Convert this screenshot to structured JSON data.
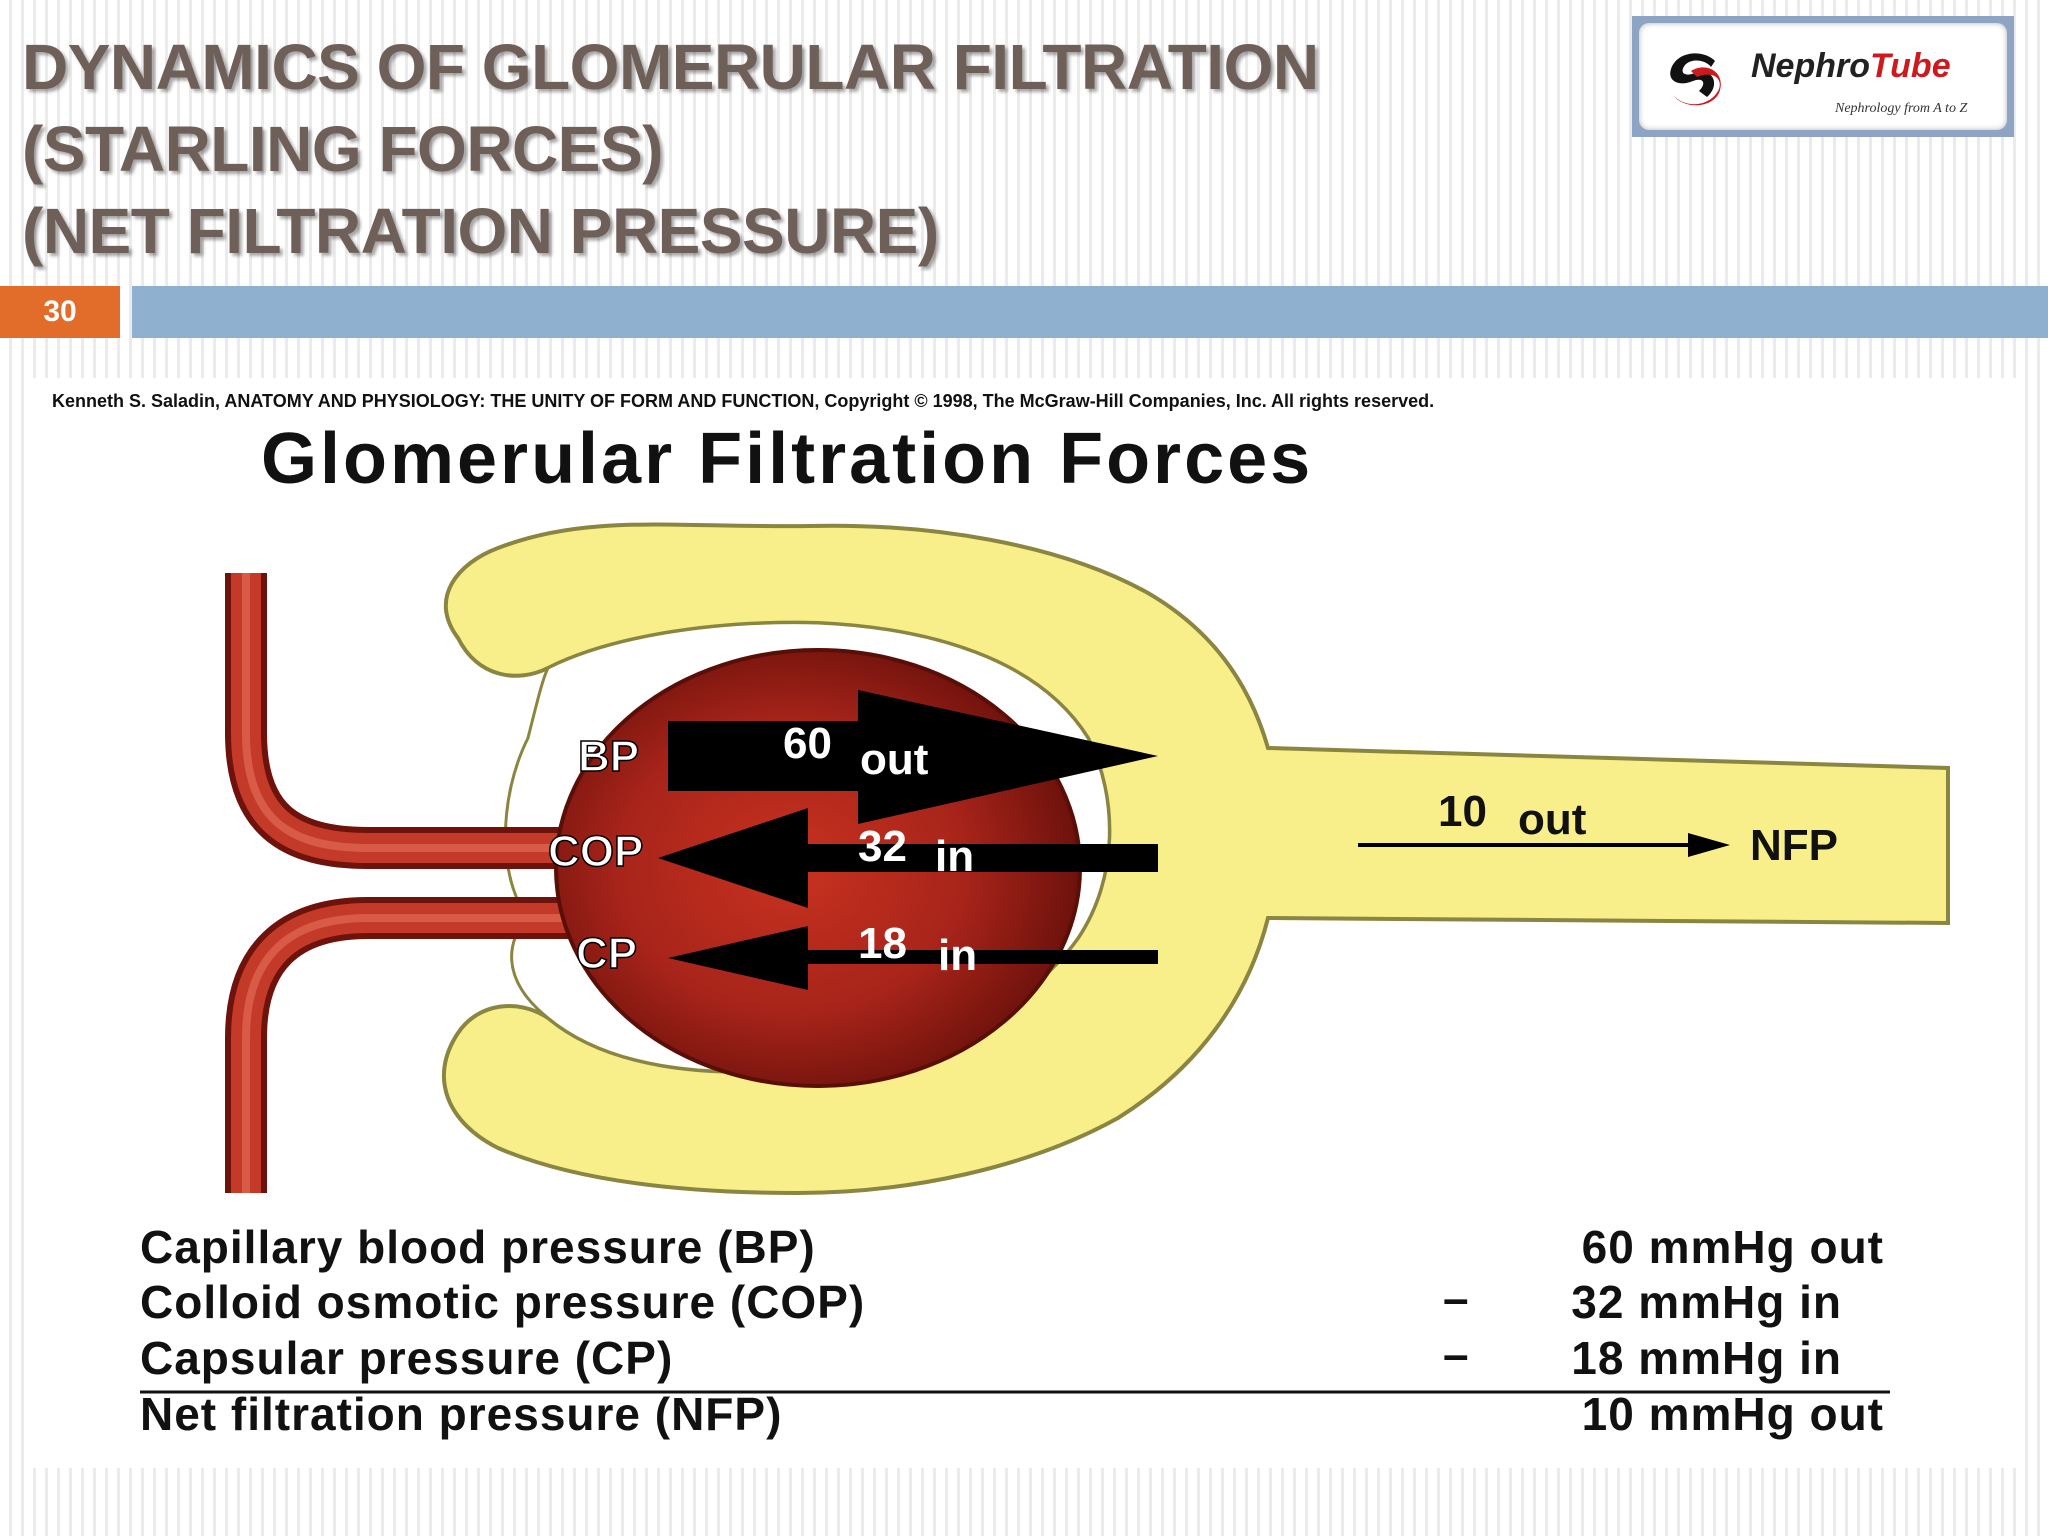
{
  "slide": {
    "title_lines": [
      "DYNAMICS OF GLOMERULAR FILTRATION",
      "(STARLING FORCES)",
      "(NET FILTRATION PRESSURE)"
    ],
    "number": "30"
  },
  "logo": {
    "name_part1": "Nephro",
    "name_part2": "Tube",
    "tagline": "Nephrology from A to Z"
  },
  "figure": {
    "credit": "Kenneth S. Saladin, ANATOMY AND PHYSIOLOGY: THE UNITY OF FORM AND FUNCTION, Copyright © 1998, The McGraw-Hill Companies, Inc.  All rights reserved.",
    "heading": "Glomerular Filtration Forces",
    "labels": {
      "bp": "BP",
      "cop": "COP",
      "cp": "CP",
      "bp_value": "60",
      "bp_dir": "out",
      "cop_value": "32",
      "cop_dir": "in",
      "cp_value": "18",
      "cp_dir": "in",
      "nfp_value": "10",
      "nfp_dir": "out",
      "nfp": "NFP"
    },
    "table": [
      {
        "label": "Capillary blood pressure (BP)",
        "sign": "",
        "value": "60 mmHg out"
      },
      {
        "label": "Colloid osmotic pressure (COP)",
        "sign": "–",
        "value": "32 mmHg in"
      },
      {
        "label": "Capsular pressure (CP)",
        "sign": "–",
        "value": "18 mmHg in"
      },
      {
        "label": "Net filtration pressure (NFP)",
        "sign": "",
        "value": "10 mmHg out"
      }
    ],
    "colors": {
      "capsule": "#f8ee8a",
      "capsule_edge": "#8a8540",
      "glomerulus": "#9c1c14",
      "vessel": "#b83024",
      "arrow": "#000000"
    }
  }
}
